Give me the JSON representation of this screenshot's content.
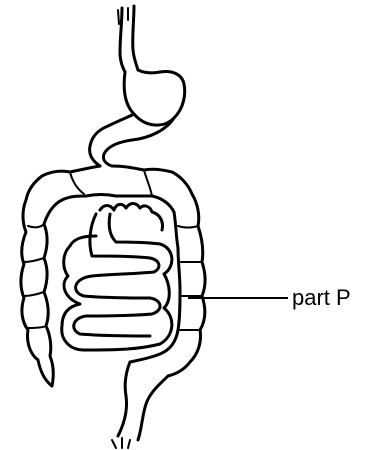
{
  "diagram": {
    "label_p": "part P",
    "structures": [
      "oesophagus",
      "stomach",
      "small-intestine",
      "large-intestine",
      "rectum"
    ],
    "line_color": "#000000",
    "background": "#ffffff"
  }
}
